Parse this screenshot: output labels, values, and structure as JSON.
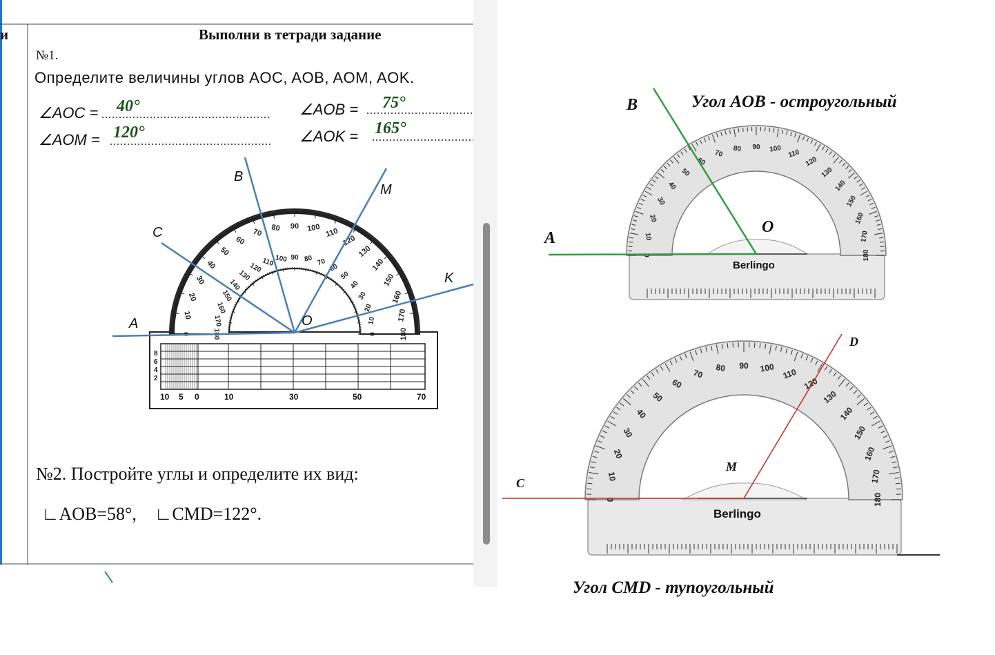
{
  "worksheet": {
    "left_cut_text": "и",
    "header": "Выполни в тетради задание",
    "task1_number": "№1.",
    "task1_question": "Определите величины углов AOC, AOB, AOM, AOK.",
    "labels": {
      "aoc": "∠AOC =",
      "aob": "∠AOB =",
      "aom": "∠AOM =",
      "aok": "∠AOK ="
    },
    "answers": {
      "aoc": "40°",
      "aob": "75°",
      "aom": "120°",
      "aok": "165°"
    },
    "task2_title": "№2. Постройте углы и определите их вид:",
    "task2_angles": "∟AOB=58°,    ∟CMD=122°."
  },
  "figure1": {
    "ray_labels": {
      "a": "A",
      "b": "B",
      "c": "C",
      "m": "M",
      "k": "K",
      "o": "O"
    },
    "outer_scale": [
      "0",
      "10",
      "20",
      "30",
      "40",
      "50",
      "60",
      "70",
      "80",
      "90",
      "100",
      "110",
      "120",
      "130",
      "140",
      "150",
      "160",
      "170",
      "180"
    ],
    "inner_scale": [
      "180",
      "170",
      "160",
      "150",
      "140",
      "130",
      "120",
      "110",
      "100",
      "90",
      "80",
      "70",
      "60",
      "50",
      "40",
      "30",
      "20",
      "10",
      "0"
    ],
    "ruler_marks": [
      "10",
      "5",
      "0",
      "10",
      "30",
      "50",
      "70"
    ],
    "ruler_rows": [
      "8",
      "6",
      "4",
      "2"
    ]
  },
  "figure2": {
    "title": "Угол AOB - остроугольный",
    "labels": {
      "a": "A",
      "b": "B",
      "o": "O"
    },
    "brand": "Berlingo"
  },
  "figure3": {
    "caption": "Угол CMD - тупоугольный",
    "labels": {
      "c": "C",
      "d": "D",
      "m": "M"
    },
    "brand": "Berlingo"
  },
  "colors": {
    "green_line": "#2e9e3e",
    "red_line": "#c62828",
    "blue_line": "#4a7fb5"
  }
}
